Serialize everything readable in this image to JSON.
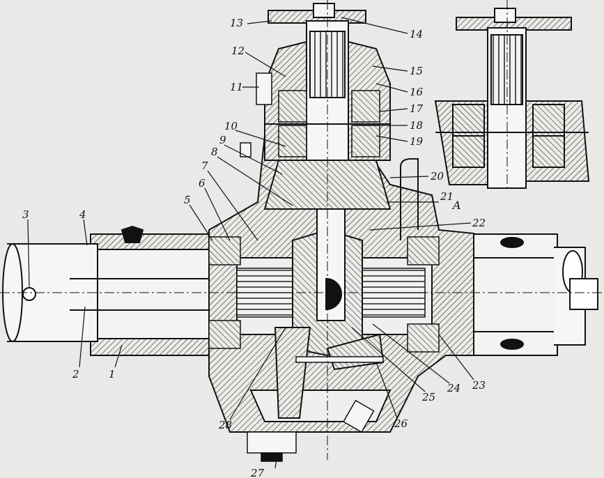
{
  "drawing": {
    "callouts": [
      "1",
      "2",
      "3",
      "4",
      "5",
      "6",
      "7",
      "8",
      "9",
      "10",
      "11",
      "12",
      "13",
      "14",
      "15",
      "16",
      "17",
      "18",
      "19",
      "20",
      "21",
      "22",
      "23",
      "24",
      "25",
      "26",
      "27",
      "28"
    ],
    "detail_label": "A"
  },
  "colors": {
    "paper": "#e9e9e7",
    "ink": "#111111",
    "hatch": "#2a2a2a"
  }
}
